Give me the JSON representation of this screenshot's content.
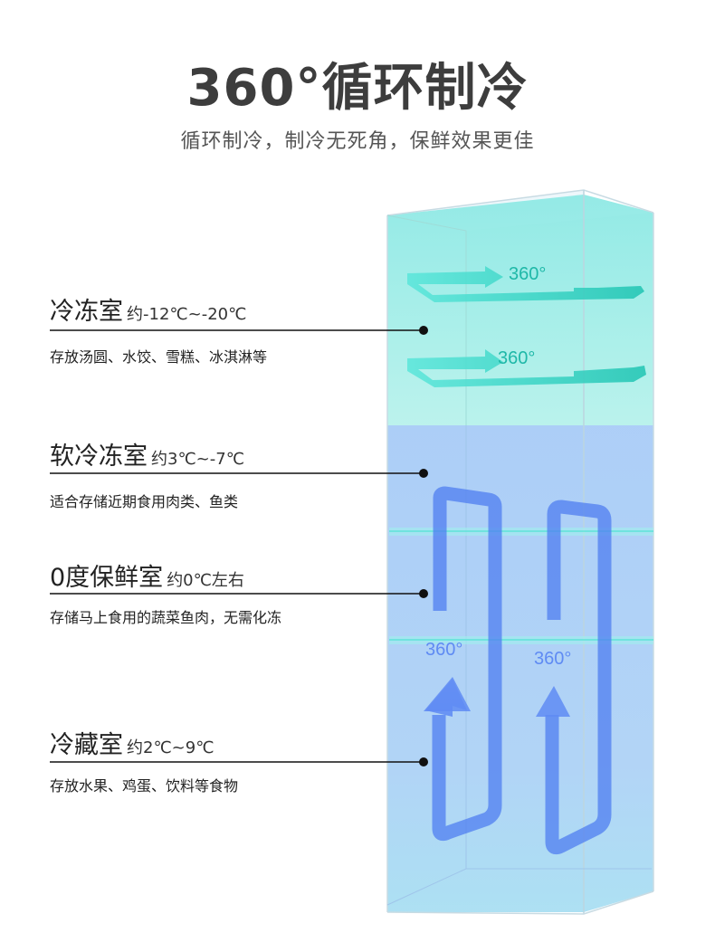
{
  "header": {
    "title": "360°循环制冷",
    "subtitle": "循环制冷，制冷无死角，保鲜效果更佳"
  },
  "zones": [
    {
      "name": "冷冻室",
      "temp": "约-12℃~-20℃",
      "desc": "存放汤圆、水饺、雪糕、冰淇淋等"
    },
    {
      "name": "软冷冻室",
      "temp": "约3℃~-7℃",
      "desc": "适合存储近期食用肉类、鱼类"
    },
    {
      "name": "0度保鲜室",
      "temp": "约0℃左右",
      "desc": "存储马上食用的蔬菜鱼肉，无需化冻"
    },
    {
      "name": "冷藏室",
      "temp": "约2℃~9℃",
      "desc": "存放水果、鸡蛋、饮料等食物"
    }
  ],
  "fridge": {
    "labels": [
      "360°",
      "360°",
      "360°",
      "360°"
    ]
  },
  "colors": {
    "freezer": "#5fe0d6",
    "fridge": "#8fbef5",
    "arrow_teal": "#2fd1c0",
    "arrow_blue": "#3f6ff0"
  }
}
